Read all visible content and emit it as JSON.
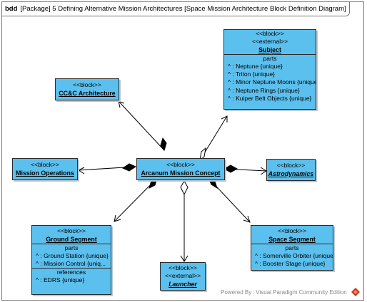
{
  "diagram": {
    "kind": "bdd",
    "title": "[Package] 5 Defining Alternative Mission Architectures [Space Mission Architecture Block Definition Diagram]"
  },
  "blocks": {
    "subject": {
      "stereo1": "<<block>>",
      "stereo2": "<<external>>",
      "name": "Subject",
      "parts_label": "parts",
      "parts": [
        "^ : Neptune {unique}",
        "^ : Triton {unique}",
        "^ : Minor Neptune Moons {unique}",
        "^ : Neptune Rings {unique}",
        "^ : Kuiper Belt Objects {unique}"
      ]
    },
    "ccc": {
      "stereo": "<<block>>",
      "name": "CC&C Architecture"
    },
    "mission_ops": {
      "stereo": "<<block>>",
      "name": "Mission Operations"
    },
    "arcanum": {
      "stereo": "<<block>>",
      "name": "Arcanum Mission Concept"
    },
    "astro": {
      "stereo": "<<block>>",
      "name": "Astrodynamics"
    },
    "ground": {
      "stereo": "<<block>>",
      "name": "Ground Segment",
      "parts_label": "parts",
      "parts": [
        "^ : Ground Station {unique}",
        "^ : Mission Control {uniq..."
      ],
      "refs_label": "references",
      "refs": [
        "^ : EDRS {unique}"
      ]
    },
    "launcher": {
      "stereo1": "<<block>>",
      "stereo2": "<<external>>",
      "name": "Launcher"
    },
    "space": {
      "stereo": "<<block>>",
      "name": "Space Segment",
      "parts_label": "parts",
      "parts": [
        "^ : Somerville Orbiter {unique}",
        "^ : Booster Stage {unique}"
      ]
    }
  },
  "footer": {
    "text": "Powered By : Visual Paradigm Community Edition"
  },
  "colors": {
    "block_fill": "#5bc0ee",
    "border": "#2a2a2a",
    "logo": "#cc3322"
  }
}
